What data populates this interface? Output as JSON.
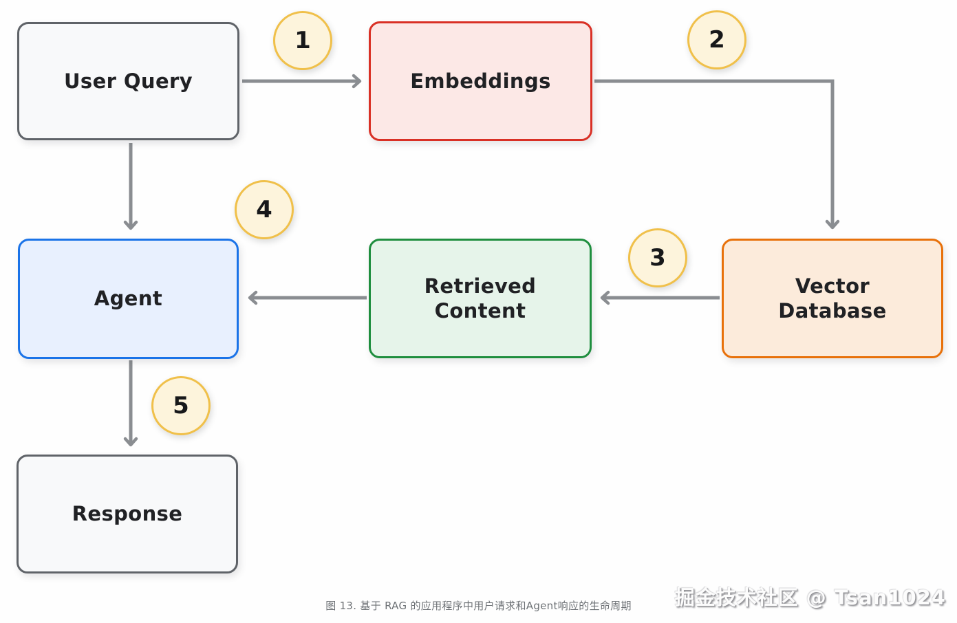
{
  "nodes": {
    "user_query": {
      "label": "User Query",
      "fill": "#f8f9fa",
      "border": "#5f6368",
      "text": "#202124"
    },
    "embeddings": {
      "label": "Embeddings",
      "fill": "#fce8e6",
      "border": "#d93025",
      "text": "#202124"
    },
    "vector_database": {
      "label": "Vector Database",
      "fill": "#fcebdb",
      "border": "#e8710a",
      "text": "#202124"
    },
    "retrieved_content": {
      "label": "Retrieved Content",
      "fill": "#e6f4ea",
      "border": "#1e8e3e",
      "text": "#202124"
    },
    "agent": {
      "label": "Agent",
      "fill": "#e8f0fe",
      "border": "#1a73e8",
      "text": "#202124"
    },
    "response": {
      "label": "Response",
      "fill": "#f8f9fa",
      "border": "#5f6368",
      "text": "#202124"
    }
  },
  "badges": [
    {
      "number": "1"
    },
    {
      "number": "2"
    },
    {
      "number": "3"
    },
    {
      "number": "4"
    },
    {
      "number": "5"
    }
  ],
  "edges": [
    {
      "step": "1",
      "from": "User Query",
      "to": "Embeddings"
    },
    {
      "step": "2",
      "from": "Embeddings",
      "to": "Vector Database"
    },
    {
      "step": "3",
      "from": "Vector Database",
      "to": "Retrieved Content"
    },
    {
      "step": "4",
      "from": "Retrieved Content",
      "to": "Agent"
    },
    {
      "step": "",
      "from": "User Query",
      "to": "Agent"
    },
    {
      "step": "5",
      "from": "Agent",
      "to": "Response"
    }
  ],
  "colors": {
    "arrow": "#8a8d91",
    "badge_fill": "#fdf4dc",
    "badge_border": "#f0c04a",
    "canvas_bg": "#fefefe"
  },
  "caption": "图 13. 基于 RAG 的应用程序中用户请求和Agent响应的生命周期",
  "watermark": "掘金技术社区 @ Tsan1024"
}
